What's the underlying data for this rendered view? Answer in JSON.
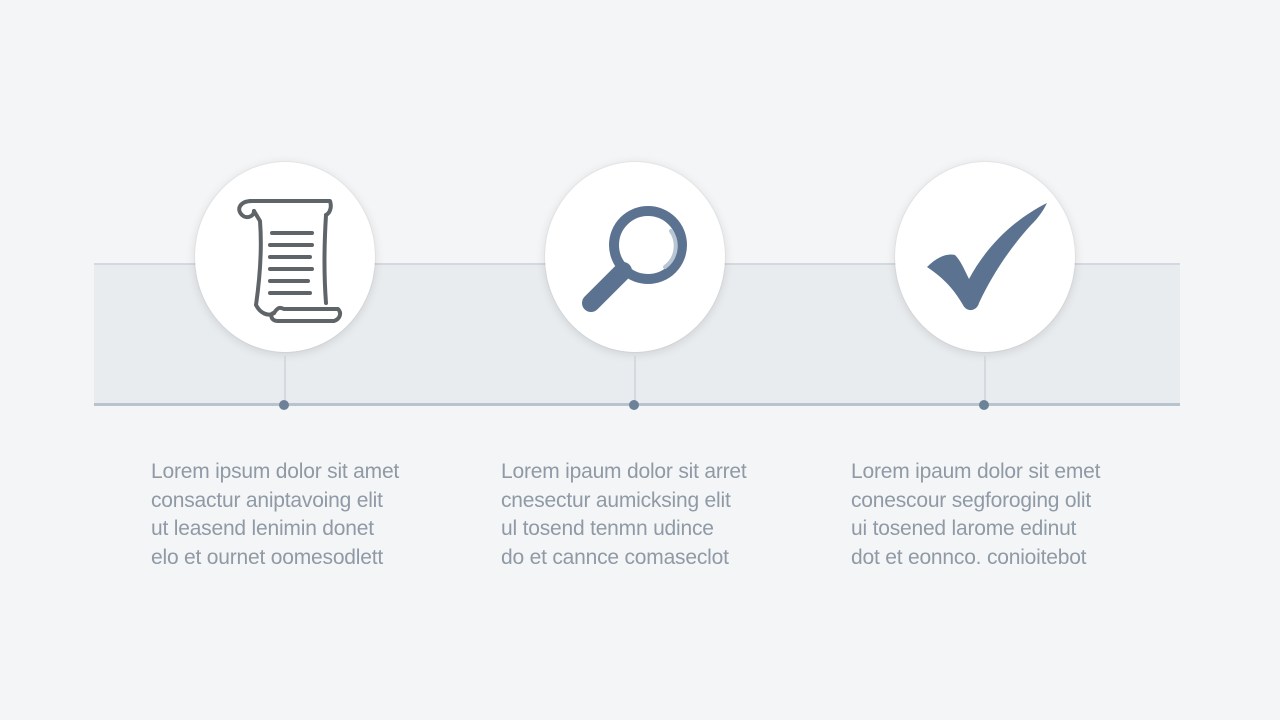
{
  "accent_color": "#5b7391",
  "steps": [
    {
      "icon": "document-scroll-icon",
      "lines": [
        "Lorem ipsum dolor sit amet",
        "consactur aniptavoing elit",
        "ut leasend lenimin donet",
        "elo et ournet oomesodlett"
      ]
    },
    {
      "icon": "magnifying-glass-icon",
      "lines": [
        "Lorem ipaum dolor sit arret",
        "cnesectur aumicksing elit",
        "ul tosend tenmn udince",
        "do et cannce comaseclot"
      ]
    },
    {
      "icon": "checkmark-icon",
      "lines": [
        "Lorem ipaum dolor sit emet",
        "conescour segforoging olit",
        "ui tosened larome edinut",
        "dot et eonnco. conioitebot"
      ]
    }
  ]
}
